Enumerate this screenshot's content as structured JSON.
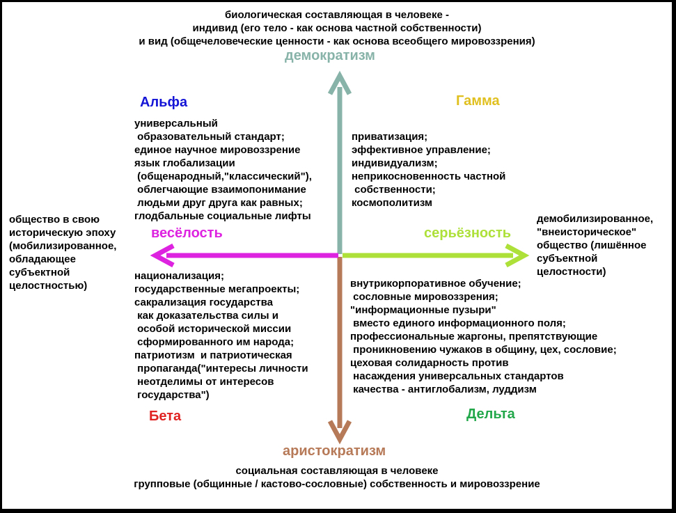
{
  "top": {
    "lines": [
      "биологическая составляющая в человеке -",
      "индивид (его тело - как основа частной собственности)",
      "и вид (общечеловеческие ценности - как основа всеобщего мировоззрения)"
    ]
  },
  "bottom": {
    "lines": [
      "социальная составляющая в человеке",
      "групповые (общинные / кастово-сословные) собственность и мировоззрение"
    ]
  },
  "poles": {
    "top": "демократизм",
    "bottom": "аристократизм",
    "left": "весёлость",
    "right": "серьёзность"
  },
  "colors": {
    "top_axis": "#88b3a8",
    "bottom_axis": "#b77a58",
    "left_axis": "#dd22e0",
    "right_axis": "#aee03a",
    "alpha": "#1414d6",
    "gamma": "#e0c020",
    "beta": "#e02222",
    "delta": "#22a84a"
  },
  "quadrants": {
    "alpha": {
      "title": "Альфа",
      "lines": [
        "универсальный",
        " образовательный стандарт;",
        "единое научное мировоззрение",
        "язык глобализации",
        " (общенародный,\"классический\"),",
        " облегчающие взаимопонимание",
        " людьми друг друга как равных;",
        "глодбальные социальные лифты"
      ]
    },
    "gamma": {
      "title": "Гамма",
      "lines": [
        "приватизация;",
        "эффективное управление;",
        "индивидуализм;",
        "неприкосновенность частной",
        " собственности;",
        "космополитизм"
      ]
    },
    "beta": {
      "title": "Бета",
      "lines": [
        "национализация;",
        "государственные мегапроекты;",
        "сакрализация государства",
        " как доказательства силы и",
        " особой исторической миссии",
        " сформированного им народа;",
        "патриотизм  и патриотическая",
        " пропаганда(\"интересы личности",
        " неотделимы от интересов",
        " государства\")"
      ]
    },
    "delta": {
      "title": "Дельта",
      "lines": [
        "внутрикорпоративное обучение;",
        " сословные мировоззрения;",
        "\"информационные пузыри\"",
        " вместо единого информационного поля;",
        "профессиональные жаргоны, препятствующие",
        " проникновению чужаков в общину, цех, сословие;",
        "цеховая солидарность против",
        " насаждения универсальных стандартов",
        " качества - антиглобализм, луддизм"
      ]
    }
  },
  "sides": {
    "left": [
      "общество в свою",
      "историческую эпоху",
      "(мобилизированное,",
      "обладающее",
      "субъектной",
      "целостностью)"
    ],
    "right": [
      "демобилизированное,",
      "\"внеисторическое\"",
      "общество (лишённое",
      "субъектной",
      "целостности)"
    ]
  }
}
